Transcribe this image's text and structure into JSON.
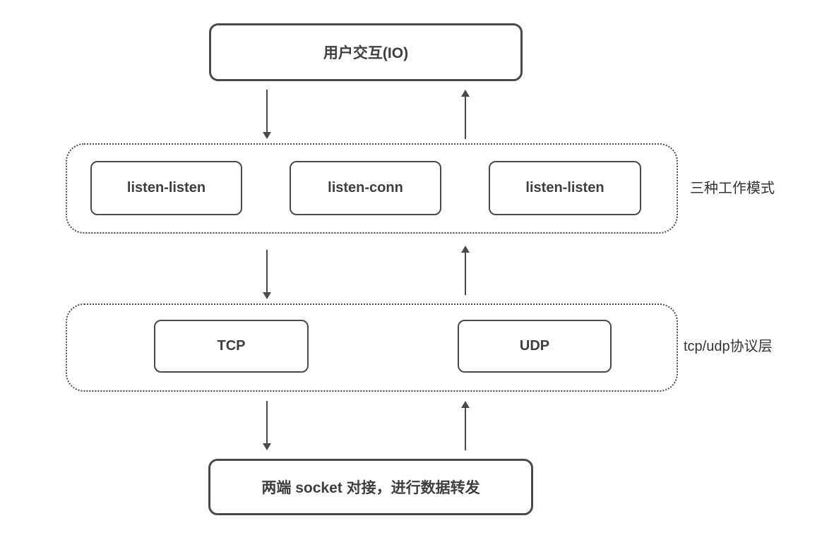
{
  "diagram": {
    "top_box": {
      "label": "用户交互(IO)"
    },
    "modes_group": {
      "side_label": "三种工作模式",
      "boxes": [
        {
          "label": "listen-listen"
        },
        {
          "label": "listen-conn"
        },
        {
          "label": "listen-listen"
        }
      ]
    },
    "protocol_group": {
      "side_label": "tcp/udp协议层",
      "boxes": [
        {
          "label": "TCP"
        },
        {
          "label": "UDP"
        }
      ]
    },
    "bottom_box": {
      "label": "两端 socket 对接，进行数据转发"
    },
    "colors": {
      "border": "#4a4a4d",
      "text": "#3e3e42",
      "background": "#ffffff"
    }
  }
}
